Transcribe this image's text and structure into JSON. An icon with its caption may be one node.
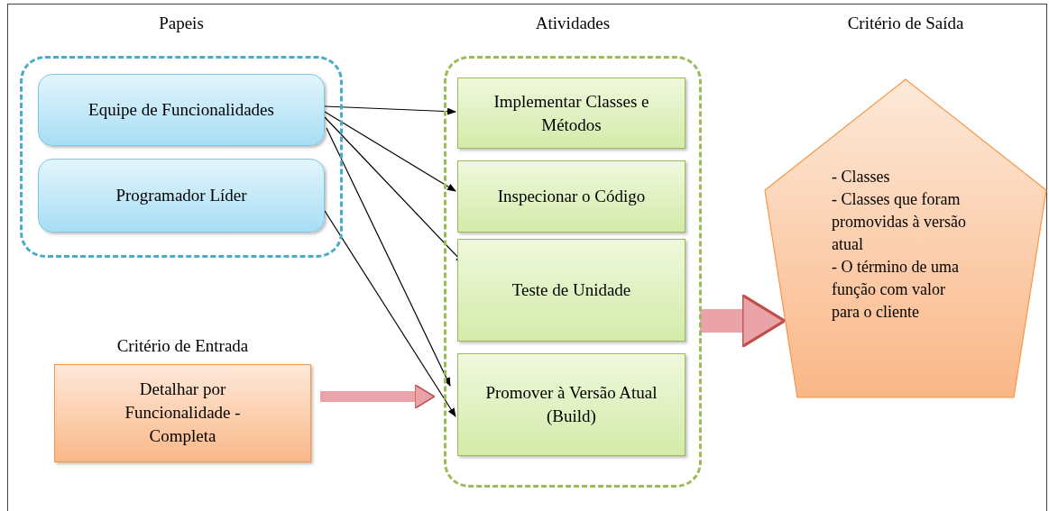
{
  "diagram": {
    "nodes": [
      {
        "text": [
          "Papeis"
        ]
      },
      {
        "text": [
          "Equipe de Funcionalidades"
        ],
        "in": 0
      },
      {
        "text": [
          "Programador Líder"
        ],
        "in": 0
      },
      {
        "text": [
          "Atividades"
        ]
      },
      {
        "text": [
          "Implementar Classes e Métodos"
        ],
        "in": 3
      },
      {
        "text": [
          "Inspecionar o Código"
        ],
        "in": 3
      },
      {
        "text": [
          "Teste de Unidade"
        ],
        "in": 3
      },
      {
        "text": [
          "Promover à Versão Atual (Build)"
        ],
        "in": 3
      },
      {
        "text": [
          "Critério de Entrada",
          "Detalhar por Funcionalidade - Completa"
        ]
      },
      {
        "text": [
          "Critério de Saída",
          "- Classes",
          "- Classes que foram promovidas à versão atual",
          "- O término de uma função com valor para o cliente"
        ]
      }
    ],
    "edges": [
      {
        "from": 1,
        "to": 4,
        "arrow": "to"
      },
      {
        "from": 1,
        "to": 5,
        "arrow": "to"
      },
      {
        "from": 1,
        "to": 6,
        "arrow": "to"
      },
      {
        "from": 1,
        "to": 7,
        "arrow": "to"
      },
      {
        "from": 2,
        "to": 7,
        "arrow": "to"
      },
      {
        "from": 8,
        "to": 7,
        "arrow": "to",
        "style": "thick",
        "color": "#eaa3a8"
      },
      {
        "from": 3,
        "to": 9,
        "arrow": "to",
        "style": "thick",
        "color": "#eaa3a8"
      }
    ]
  }
}
